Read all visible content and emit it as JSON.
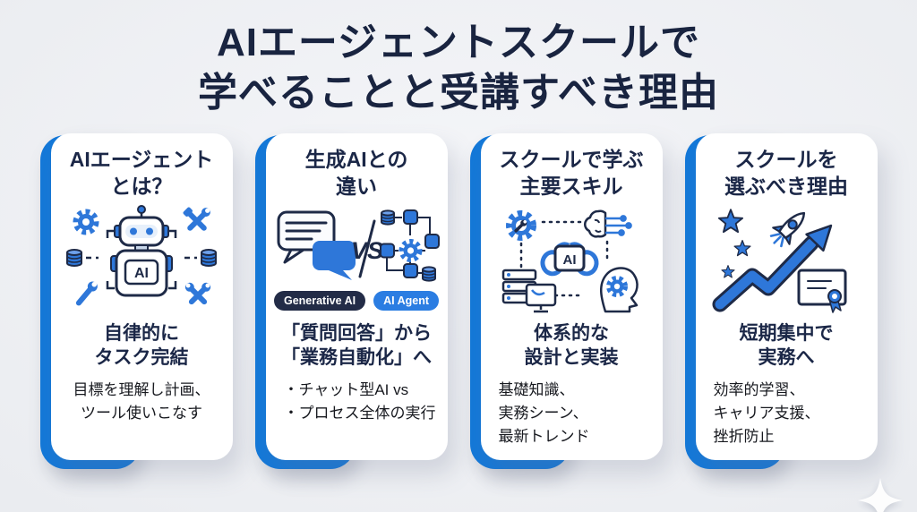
{
  "title": {
    "lines": [
      "AIエージェントスクールで",
      "学べることと受講すべき理由"
    ]
  },
  "colors": {
    "accent_blue": "#1478d8",
    "icon_blue": "#2e77d9",
    "icon_navy": "#1e2a47",
    "title_navy": "#192440",
    "card_bg": "#ffffff",
    "body_text": "#17191f",
    "badge_dark_bg": "#232c47",
    "badge_blue_bg": "#2b7de2",
    "badge_text": "#ffffff",
    "background": "#eaecf0"
  },
  "cards": [
    {
      "heading_lines": [
        "AIエージェント",
        "とは？"
      ],
      "icon": "robot-ai-tools-icon",
      "icon_label": "AI",
      "subtitle_lines": [
        "自律的に",
        "タスク完結"
      ],
      "body_lines": [
        "目標を理解し計画、",
        "ツール使いこなす"
      ]
    },
    {
      "heading_lines": [
        "生成AIとの",
        "違い"
      ],
      "icon": "chat-vs-workflow-icon",
      "vs_label": "VS",
      "badges": [
        {
          "label": "Generative AI"
        },
        {
          "label": "AI Agent"
        }
      ],
      "subtitle_lines": [
        "「質問回答」から",
        "「業務自動化」へ"
      ],
      "body_lines": [
        "・チャット型AI vs",
        "・プロセス全体の実行"
      ]
    },
    {
      "heading_lines": [
        "スクールで学ぶ",
        "主要スキル"
      ],
      "icon": "systematic-skills-icon",
      "icon_label": "AI",
      "subtitle_lines": [
        "体系的な",
        "設計と実装"
      ],
      "body_lines": [
        "基礎知識、",
        "実務シーン、",
        "最新トレンド"
      ]
    },
    {
      "heading_lines": [
        "スクールを",
        "選ぶべき理由"
      ],
      "icon": "growth-rocket-certificate-icon",
      "subtitle_lines": [
        "短期集中で",
        "実務へ"
      ],
      "body_lines": [
        "効率的学習、",
        "キャリア支援、",
        "挫折防止"
      ]
    }
  ],
  "watermark": {
    "icon": "sparkle-icon"
  }
}
